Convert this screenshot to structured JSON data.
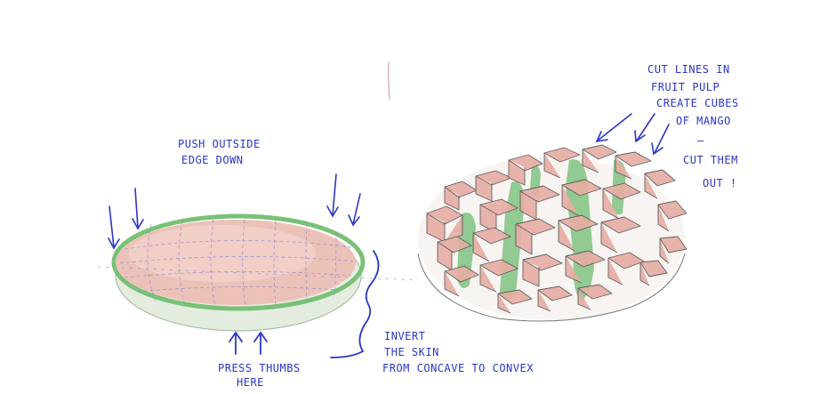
{
  "annotations": {
    "push_outside_edge_line1": "PUSH OUTSIDE",
    "push_outside_edge_line2": "EDGE DOWN",
    "press_thumbs_line1": "PRESS THUMBS",
    "press_thumbs_line2": "HERE",
    "invert_line1": "INVERT",
    "invert_line2": "THE SKIN",
    "invert_line3": "FROM CONCAVE TO CONVEX",
    "cut_lines_line1": "CUT LINES IN",
    "cut_lines_line2": "FRUIT PULP",
    "cut_lines_line3": "CREATE CUBES",
    "cut_lines_line4": "OF MANGO",
    "dash": "–",
    "cut_them_line1": "CUT THEM",
    "cut_them_line2": "OUT !"
  },
  "colors": {
    "ink": "#2a36c4",
    "pencil": "#555555",
    "flesh": "#e9b8ae",
    "skin": "#7cc47a",
    "rind_shadow": "#dfe8d8"
  }
}
